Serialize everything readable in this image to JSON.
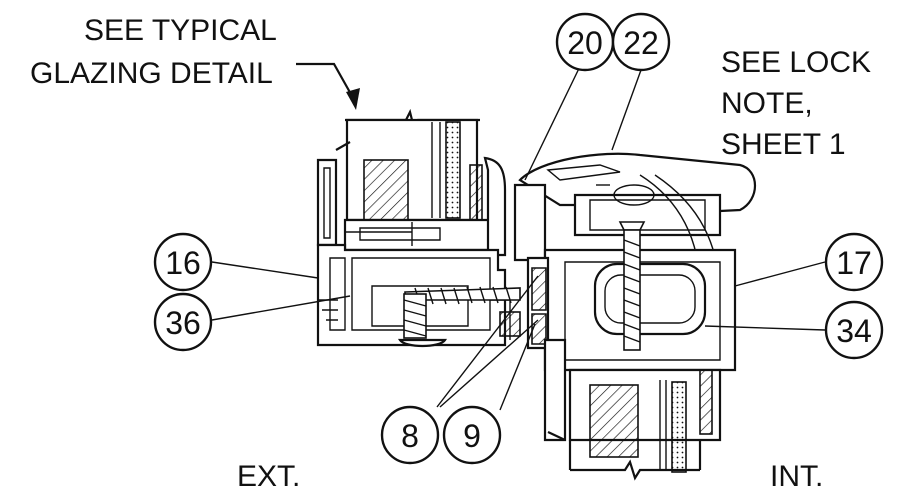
{
  "notes": {
    "glazing_line1": "SEE TYPICAL",
    "glazing_line2": "GLAZING DETAIL",
    "lock_line1": "SEE LOCK",
    "lock_line2": "NOTE,",
    "lock_line3": "SHEET 1",
    "exterior": "EXT.",
    "interior": "INT."
  },
  "callouts": {
    "c16": "16",
    "c36": "36",
    "c20": "20",
    "c22": "22",
    "c17": "17",
    "c34": "34",
    "c8": "8",
    "c9": "9"
  }
}
